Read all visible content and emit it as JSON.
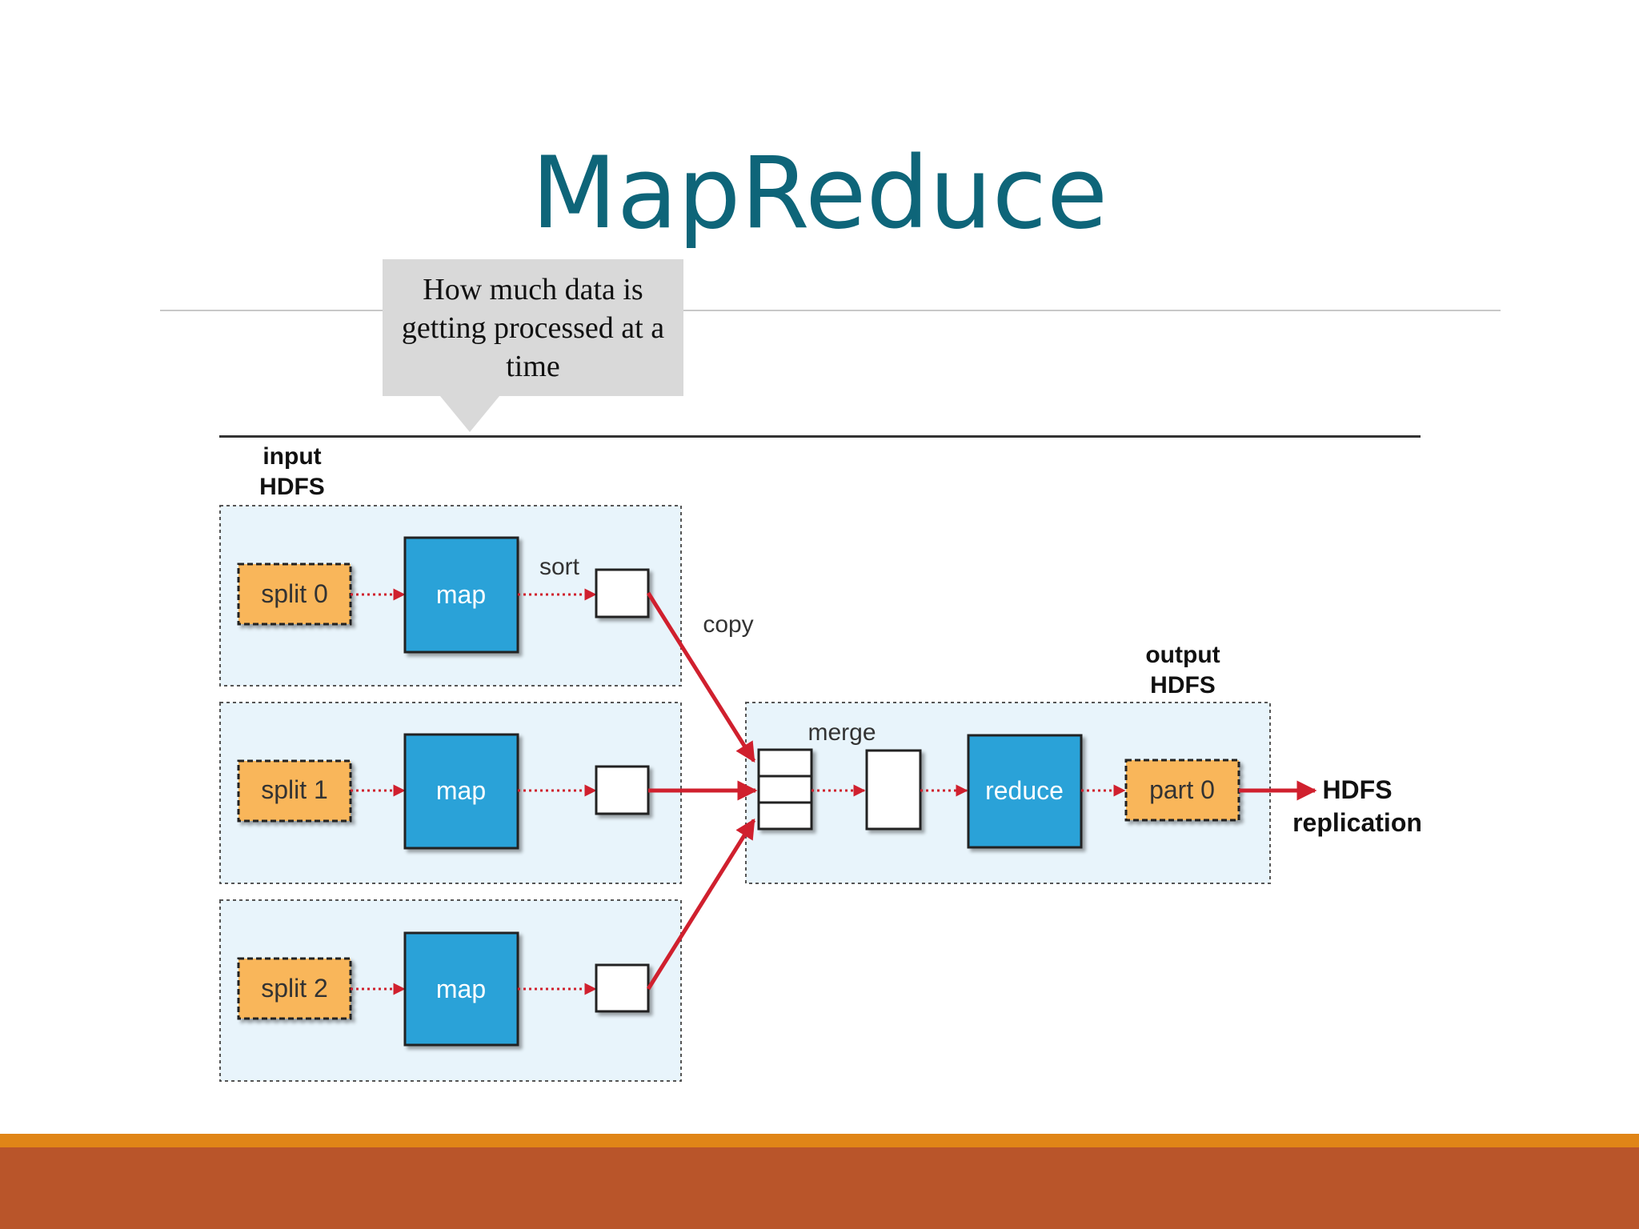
{
  "slide": {
    "title": "MapReduce",
    "callout": "How much data is getting processed at a time"
  },
  "diagram": {
    "input_label": [
      "input",
      "HDFS"
    ],
    "output_label": [
      "output",
      "HDFS"
    ],
    "splits": [
      "split 0",
      "split 1",
      "split 2"
    ],
    "map_label": "map",
    "sort_label": "sort",
    "copy_label": "copy",
    "merge_label": "merge",
    "reduce_label": "reduce",
    "part_label": "part 0",
    "replication_label": [
      "HDFS",
      "replication"
    ]
  },
  "colors": {
    "title": "#0e6579",
    "map_box": "#2aa2d8",
    "split_box": "#f9b65a",
    "arrow": "#d0202e",
    "hdfs_region": "#e8f4fb",
    "footer_top": "#e08517",
    "footer_bottom": "#b9552a"
  }
}
